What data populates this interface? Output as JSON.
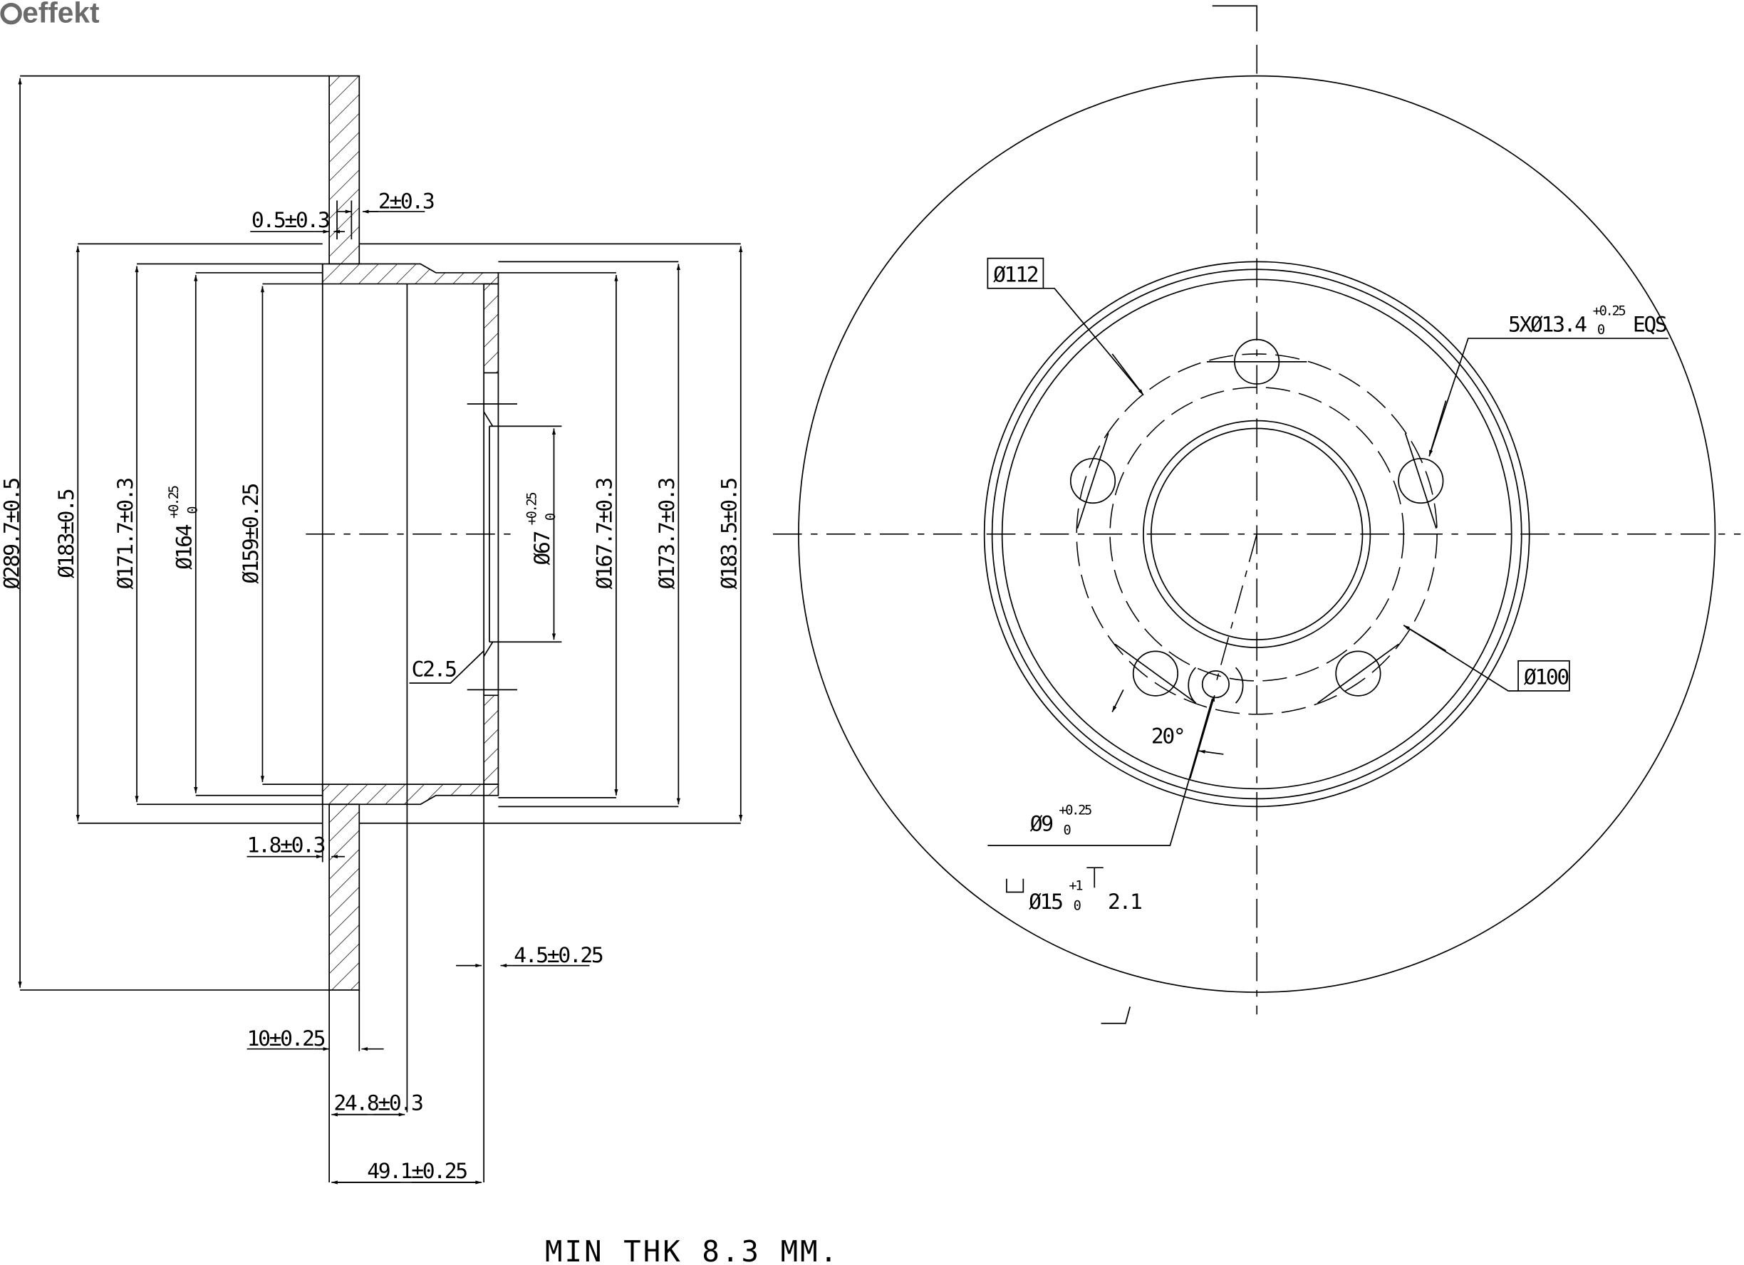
{
  "logo": {
    "text": "effekt",
    "color": "#6b6b6b"
  },
  "section_view": {
    "diameters": [
      {
        "label": "Ø289.7±0.5"
      },
      {
        "label": "Ø183±0.5"
      },
      {
        "label": "Ø171.7±0.3"
      },
      {
        "label": "Ø164",
        "tol_upper": "+0.25",
        "tol_lower": "0"
      },
      {
        "label": "Ø159±0.25"
      },
      {
        "label": "Ø67",
        "tol_upper": "+0.25",
        "tol_lower": "0"
      },
      {
        "label": "Ø167.7±0.3"
      },
      {
        "label": "Ø173.7±0.3"
      },
      {
        "label": "Ø183.5±0.5"
      }
    ],
    "widths": {
      "w05": "0.5±0.3",
      "w2": "2±0.3",
      "w18": "1.8±0.3",
      "w45": "4.5±0.25",
      "w10": "10±0.25",
      "w248": "24.8±0.3",
      "w491": "49.1±0.25",
      "chamfer": "C2.5"
    }
  },
  "front_view": {
    "d112": "Ø112",
    "d100": "Ø100",
    "bolt_holes": {
      "label": "5XØ13.4",
      "tol_upper": "+0.25",
      "tol_lower": "0",
      "suffix": "EQS",
      "count": 5
    },
    "pin_hole": {
      "label": "Ø9",
      "tol_upper": "+0.25",
      "tol_lower": "0"
    },
    "angle": "20°",
    "counterbore": {
      "label": "Ø15",
      "tol_upper": "+1",
      "tol_lower": "0",
      "depth": "2.1"
    }
  },
  "note": "MIN THK 8.3 MM."
}
